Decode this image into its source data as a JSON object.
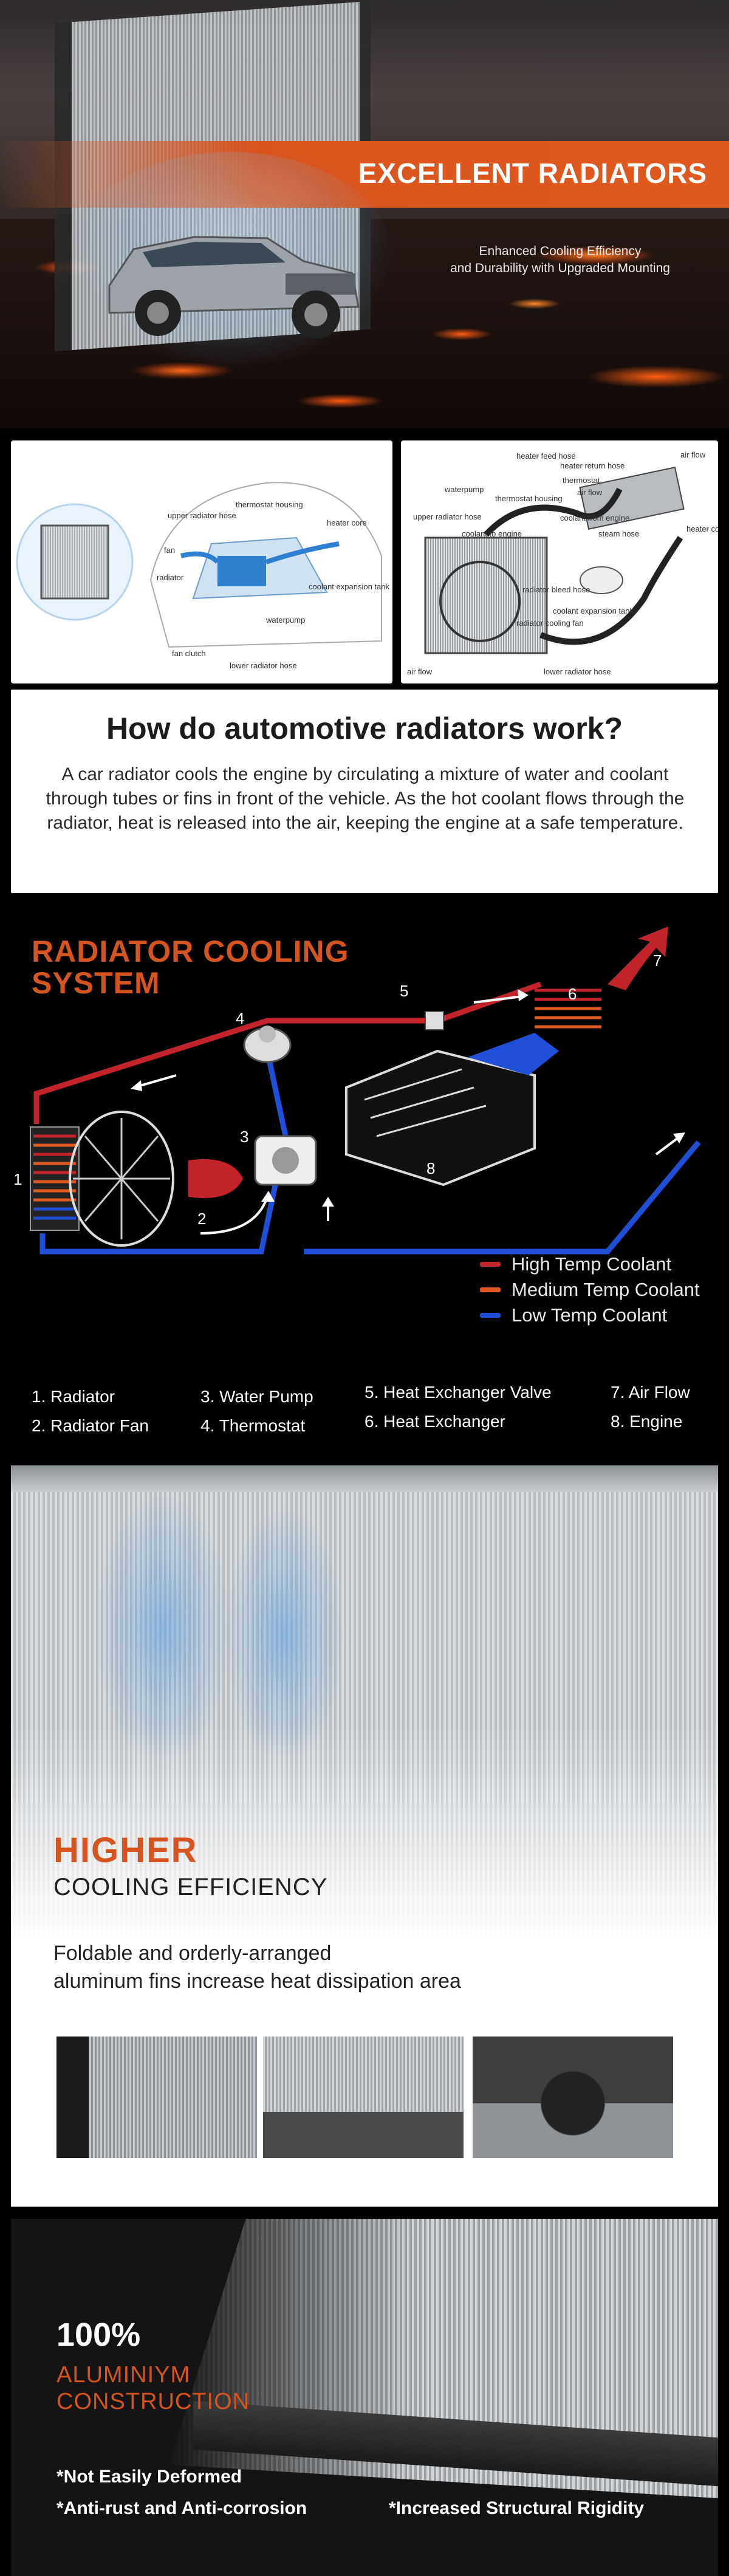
{
  "hero": {
    "title": "EXCELLENT RADIATORS",
    "subtitle_line1": "Enhanced Cooling Efficiency",
    "subtitle_line2": "and Durability with Upgraded Mounting"
  },
  "diagram_left": {
    "labels": [
      "upper radiator hose",
      "thermostat housing",
      "fan",
      "heater core",
      "radiator",
      "coolant expansion tank",
      "waterpump",
      "fan clutch",
      "lower radiator hose"
    ]
  },
  "diagram_right": {
    "labels": [
      "heater feed hose",
      "heater return hose",
      "air flow",
      "thermostat",
      "waterpump",
      "thermostat housing",
      "air flow",
      "upper radiator hose",
      "coolant from engine",
      "coolant to engine",
      "heater core",
      "steam hose",
      "radiator bleed hose",
      "coolant expansion tank",
      "radiator cooling fan",
      "air flow",
      "lower radiator hose"
    ]
  },
  "how": {
    "heading": "How do automotive radiators work?",
    "body": "A car radiator cools the engine by circulating a mixture of water and coolant through tubes or fins in front of the vehicle. As the hot coolant flows through the radiator, heat is released into the air, keeping the engine at a safe temperature."
  },
  "cooling": {
    "title_line1": "RADIATOR COOLING",
    "title_line2": "SYSTEM",
    "numbers": [
      "1",
      "2",
      "3",
      "4",
      "5",
      "6",
      "7",
      "8"
    ],
    "legend": [
      {
        "label": "High Temp Coolant",
        "color": "#c3242b"
      },
      {
        "label": "Medium Temp Coolant",
        "color": "#e0591f"
      },
      {
        "label": "Low Temp Coolant",
        "color": "#1f4fd6"
      }
    ],
    "parts_col1": [
      "1. Radiator",
      "2. Radiator Fan"
    ],
    "parts_col2": [
      "3. Water Pump",
      "4. Thermostat"
    ],
    "parts_col3": [
      "5. Heat Exchanger Valve",
      "6. Heat Exchanger"
    ],
    "parts_col4": [
      "7. Air Flow",
      "8. Engine"
    ]
  },
  "efficiency": {
    "heading1": "HIGHER",
    "heading2": "COOLING EFFICIENCY",
    "text_line1": "Foldable and orderly-arranged",
    "text_line2": "aluminum fins increase heat dissipation area"
  },
  "aluminium": {
    "percent": "100%",
    "sub_line1": "ALUMINIYM",
    "sub_line2": "CONSTRUCTION",
    "bullet1": "*Not Easily Deformed",
    "bullet2": "*Anti-rust and Anti-corrosion",
    "bullet3": "*Increased Structural Rigidity"
  },
  "colors": {
    "accent": "#d5541f",
    "hot": "#c3242b",
    "cold": "#1f4fd6"
  }
}
